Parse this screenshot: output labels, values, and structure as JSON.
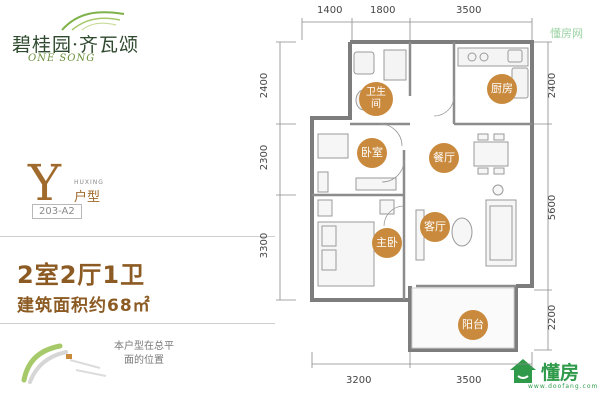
{
  "brand": {
    "title": "碧桂园·齐瓦颂",
    "subtitle": "ONE SONG"
  },
  "unit": {
    "letter": "Y",
    "huxing": "HUXING",
    "label": "户型",
    "code": "203-A2"
  },
  "specs": {
    "layout": "2室2厅1卫",
    "area": "建筑面积约68㎡"
  },
  "note": "本户型在总平面的位置",
  "watermark": {
    "top_text": "懂房网",
    "logo_text": "懂房",
    "logo_url": "www.doofang.com"
  },
  "colors": {
    "accent": "#c98a3d",
    "title_brown": "#8c5a23",
    "wall": "#7d7d7d",
    "dim_line": "#8a8a8a",
    "logo_green": "#2e9a4a"
  },
  "dimensions": {
    "top": [
      "1400",
      "1800",
      "3500"
    ],
    "bottom": [
      "3200",
      "3500"
    ],
    "left": [
      "2400",
      "2300",
      "3300"
    ],
    "right": [
      "2400",
      "5600",
      "2200"
    ]
  },
  "rooms": {
    "bathroom": "卫生间",
    "kitchen": "厨房",
    "bedroom": "卧室",
    "dining": "餐厅",
    "living": "客厅",
    "master": "主卧",
    "balcony": "阳台"
  }
}
